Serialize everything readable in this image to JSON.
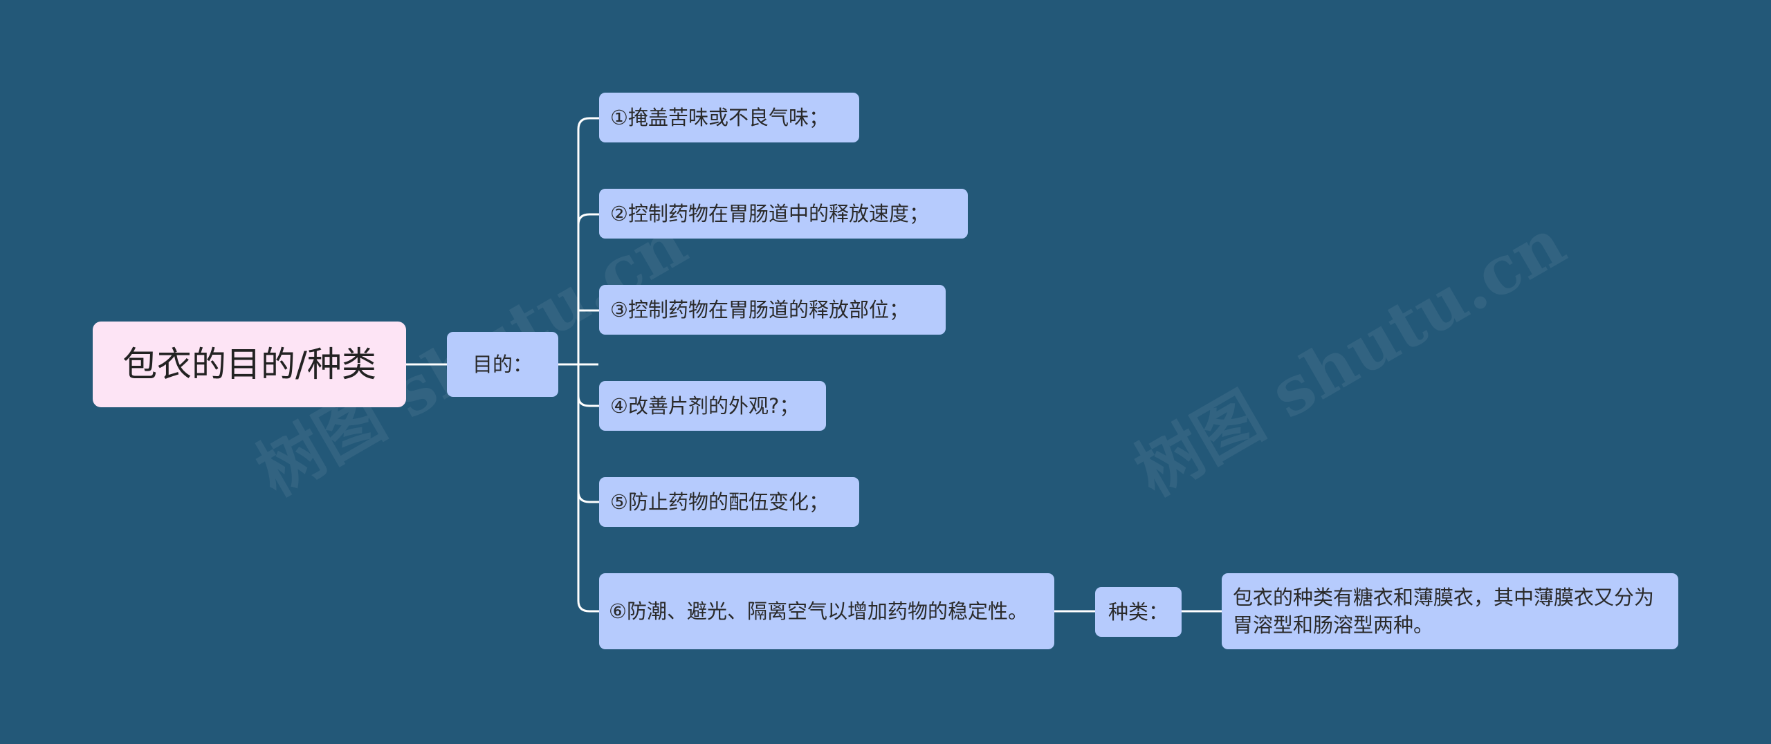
{
  "colors": {
    "background": "#235878",
    "root_fill": "#fde4f5",
    "node_fill": "#b6cbfd",
    "line": "#ffffff"
  },
  "root": {
    "label": "包衣的目的/种类"
  },
  "purpose": {
    "label": "目的：",
    "items": [
      "①掩盖苦味或不良气味；",
      "②控制药物在胃肠道中的释放速度；",
      "③控制药物在胃肠道的释放部位；",
      "④改善片剂的外观?；",
      "⑤防止药物的配伍变化；",
      "⑥防潮、避光、隔离空气以增加药物的稳定性。"
    ]
  },
  "types": {
    "label": "种类：",
    "text": "包衣的种类有糖衣和薄膜衣，其中薄膜衣又分为胃溶型和肠溶型两种。"
  },
  "watermark": "树图 shutu.cn"
}
